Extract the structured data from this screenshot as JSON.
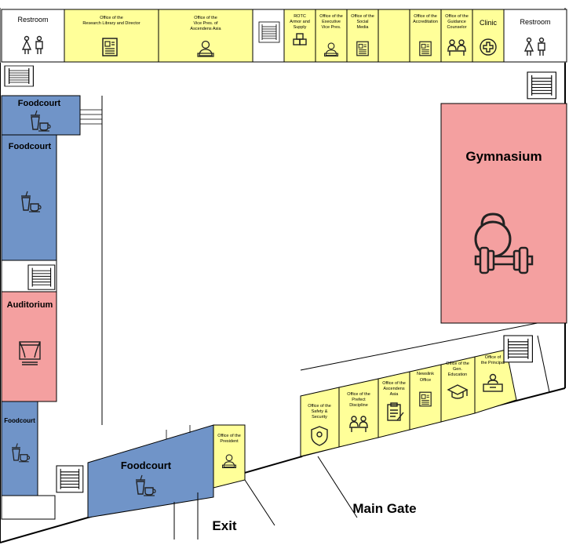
{
  "colors": {
    "office": "#ffff99",
    "foodcourt": "#7094c8",
    "gymnasium": "#f4a0a0",
    "auditorium": "#f4a0a0",
    "wall": "#000000"
  },
  "top_row": {
    "restroom_left": "Restroom",
    "office_library": [
      "Office of the",
      "Research Library and Director"
    ],
    "office_vp_ascendens": [
      "Office of the",
      "Vice Pres. of",
      "Ascendens Asia"
    ],
    "rotc": [
      "ROTC",
      "Armor and",
      "Supply"
    ],
    "office_exec_vp": [
      "Office of the",
      "Executive",
      "Vice Pres."
    ],
    "office_social_media": [
      "Office of the",
      "Social",
      "Media"
    ],
    "office_accreditation": [
      "Office of the",
      "Accreditation"
    ],
    "office_guidance": [
      "Office of the",
      "Guidance",
      "Counselor"
    ],
    "clinic": "Clinic",
    "restroom_right": "Restroom"
  },
  "left_wing": {
    "foodcourt_1": "Foodcourt",
    "foodcourt_2": "Foodcourt",
    "auditorium": "Auditorium",
    "foodcourt_3": "Foodcourt"
  },
  "gym": {
    "label": "Gymnasium"
  },
  "bottom_left": {
    "foodcourt": "Foodcourt",
    "office_president": [
      "Office of the",
      "President"
    ],
    "exit": "Exit"
  },
  "bottom_right": {
    "office_safety": [
      "Office of the",
      "Safety &",
      "Security"
    ],
    "office_prefect": [
      "Office of the",
      "Prefect",
      "Discipline"
    ],
    "office_ascendens": [
      "Office of the",
      "Ascendens",
      "Asia"
    ],
    "office_newslink": [
      "Newslink",
      "Office"
    ],
    "office_gen_ed": [
      "Office of the",
      "Gen.",
      "Education"
    ],
    "office_principal": [
      "Office of",
      "the Principal"
    ],
    "main_gate": "Main Gate"
  },
  "icons": [
    "document-icon",
    "worker-icon",
    "boxes-icon",
    "toilet-icon",
    "meeting-icon",
    "medical-cross-icon",
    "food-icon",
    "stage-icon",
    "kettlebell-icon",
    "dumbbell-icon",
    "shield-icon",
    "clipboard-icon",
    "graduation-cap-icon",
    "desk-icon"
  ]
}
